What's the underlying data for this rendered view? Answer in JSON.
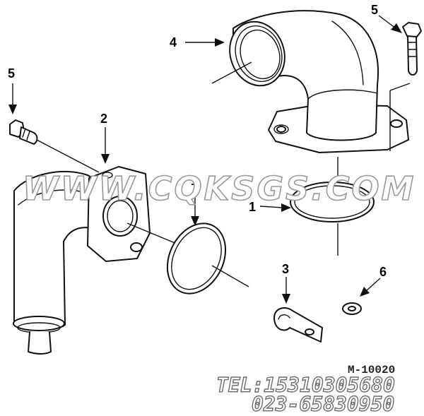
{
  "callouts": {
    "c1": "1",
    "c2": "2",
    "c3": "3",
    "c4": "4",
    "c5a": "5",
    "c5b": "5",
    "c6": "6"
  },
  "watermark": {
    "site": "WWW.CQKSGS.COM",
    "tel": "TEL:15310305680",
    "phone": "023-65830950"
  },
  "reference_code": "M-10020",
  "colors": {
    "line": "#111111",
    "watermark_outline": "#9a9a9a",
    "background": "#ffffff"
  }
}
